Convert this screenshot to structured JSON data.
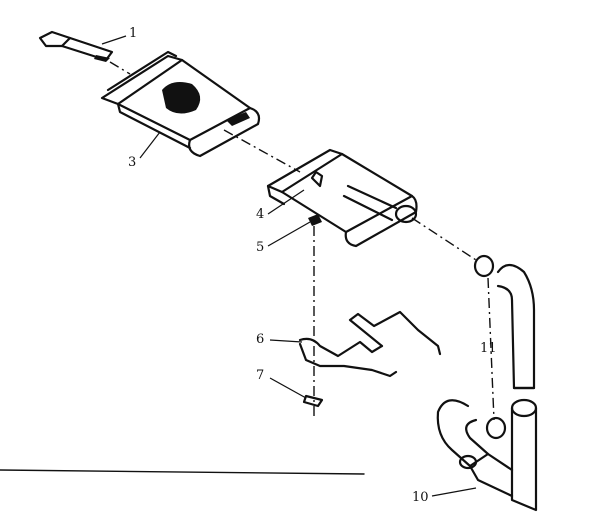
{
  "callouts": [
    {
      "id": "1",
      "text": "1"
    },
    {
      "id": "3",
      "text": "3"
    },
    {
      "id": "4",
      "text": "4"
    },
    {
      "id": "5",
      "text": "5"
    },
    {
      "id": "6",
      "text": "6"
    },
    {
      "id": "7",
      "text": "7"
    },
    {
      "id": "11",
      "text": "11"
    },
    {
      "id": "10",
      "text": "10"
    }
  ]
}
